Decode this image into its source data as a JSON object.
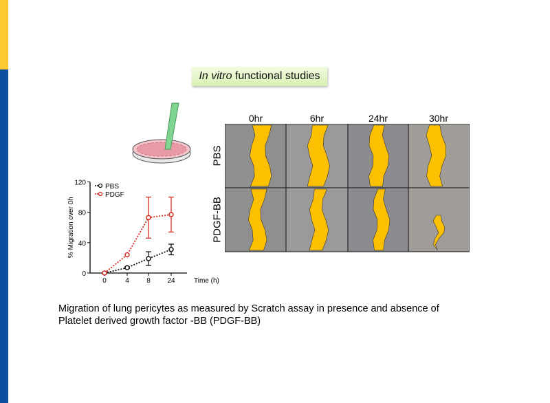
{
  "title": {
    "italic": "In vitro",
    "rest": " functional studies"
  },
  "caption": {
    "line1": "Migration of lung pericytes as measured by Scratch assay in presence and absence of",
    "line2": "Platelet derived growth factor -BB (PDGF-BB)"
  },
  "scratch_panel": {
    "columns": [
      "0hr",
      "6hr",
      "24hr",
      "30hr"
    ],
    "rows": [
      "PBS",
      "PDGF-BB"
    ]
  },
  "colors": {
    "yellow": "#fcc930",
    "blue": "#0b4f9e",
    "pdgf": "#d42a20",
    "pbs": "#111111",
    "wound": "#fcc000"
  },
  "chart_data": {
    "type": "line",
    "xlabel": "Time (h)",
    "ylabel": "% Migration over 0h",
    "categories": [
      "0",
      "4",
      "8",
      "24"
    ],
    "ylim": [
      0,
      120
    ],
    "yticks": [
      "0",
      "40",
      "80",
      "120"
    ],
    "legend": "top-left",
    "series": [
      {
        "name": "PBS",
        "color": "#111111",
        "values": [
          0,
          7,
          19,
          31
        ],
        "errors": [
          0,
          1,
          9,
          7
        ]
      },
      {
        "name": "PDGF",
        "color": "#d42a20",
        "values": [
          0,
          24,
          73,
          77
        ],
        "errors": [
          0,
          0,
          27,
          23
        ]
      }
    ]
  }
}
